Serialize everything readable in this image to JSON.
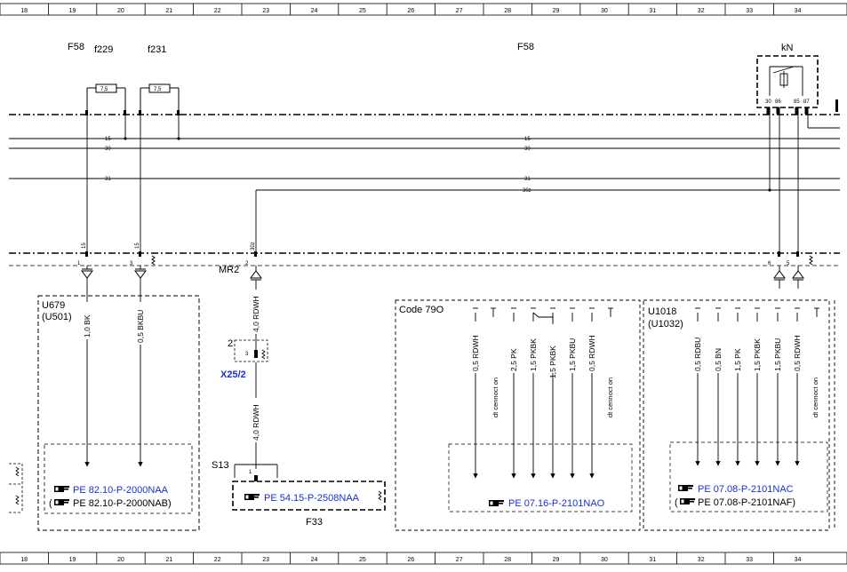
{
  "grid": [
    "18",
    "19",
    "20",
    "21",
    "22",
    "23",
    "24",
    "25",
    "26",
    "27",
    "28",
    "29",
    "30",
    "31",
    "32",
    "33",
    "34"
  ],
  "fuse_group": {
    "label": "F58",
    "fuse_a": "f229",
    "fuse_b": "f231",
    "rating_a": "7,5",
    "rating_b": "7,5"
  },
  "f58_center": "F58",
  "relay": {
    "label": "kN",
    "pins": [
      "30",
      "86",
      "85",
      "87"
    ]
  },
  "bus": {
    "b15": "15",
    "b30": "30",
    "b31": "31",
    "b30z": "30z"
  },
  "pins": {
    "p15a": "15",
    "p15b": "15",
    "p30z": "30z",
    "n1": "1",
    "n3": "3",
    "n2": "2",
    "n6": "6",
    "n5": "5"
  },
  "mr2": "MR2",
  "u679": {
    "title": "U679",
    "sub": "(U501)",
    "wire1": "1,0 BK",
    "wire2": "0,5 BKBU",
    "ref1": "PE 82.10-P-2000NAA",
    "ref2": "(",
    "ref2b": "PE 82.10-P-2000NAB)"
  },
  "x25": {
    "label": "X25/2",
    "pin_out": "2",
    "pin_in": "3",
    "wire_top": "4,0 RDWH",
    "wire_bot": "4,0 RDWH"
  },
  "s13": {
    "label": "S13",
    "pin": "1",
    "ref": "PE 54.15-P-2508NAA",
    "footer": "F33"
  },
  "code79o": {
    "title": "Code 79O",
    "wires": [
      "0,5 RDWH",
      "2,5 PK",
      "1,5 PKBK",
      "1,5 PKBK",
      "1,5 PKBU",
      "0,5 RDWH"
    ],
    "notes": [
      "dt cennoct on",
      "dt cennoct on"
    ],
    "ref": "PE 07.16-P-2101NAO"
  },
  "u1018": {
    "title": "U1018",
    "sub": "(U1032)",
    "wires": [
      "0,5 RDBU",
      "0,5 BN",
      "1,5 PK",
      "1,5 PKBK",
      "1,5 PKBU",
      "0,5 RDWH"
    ],
    "note": "dt cennoct on",
    "ref1": "PE 07.08-P-2101NAC",
    "ref2": "(",
    "ref2b": "PE 07.08-P-2101NAF)"
  },
  "icon": "hand-pointer-icon"
}
